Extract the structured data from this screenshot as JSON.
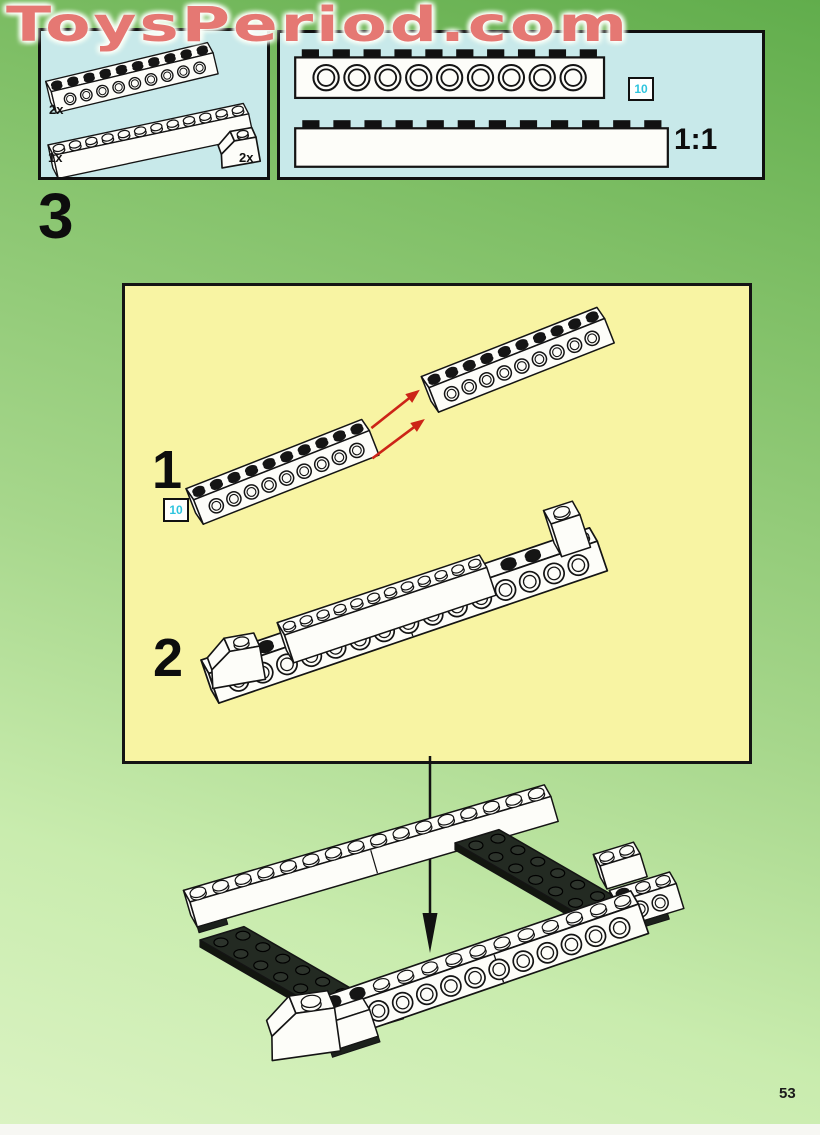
{
  "watermark": {
    "text": "ToysPeriod.com"
  },
  "step": {
    "number": "3"
  },
  "parts_box": {
    "items": [
      {
        "qty": "2x",
        "part": "technic-brick-1x10"
      },
      {
        "qty": "1x",
        "part": "brick-1x12"
      },
      {
        "qty": "2x",
        "part": "slope-brick"
      }
    ]
  },
  "scale_box": {
    "length_badge": "10",
    "ratio_label": "1:1"
  },
  "panel": {
    "substep1": "1",
    "substep1_badge": "10",
    "substep2": "2"
  },
  "page": {
    "number": "53"
  },
  "colors": {
    "arrow_red": "#cc2417",
    "badge_cyan": "#2fc4de",
    "panel_yellow": "#f8f4a3",
    "box_cyan": "#c8e9ea",
    "watermark_red": "#e0605a"
  }
}
